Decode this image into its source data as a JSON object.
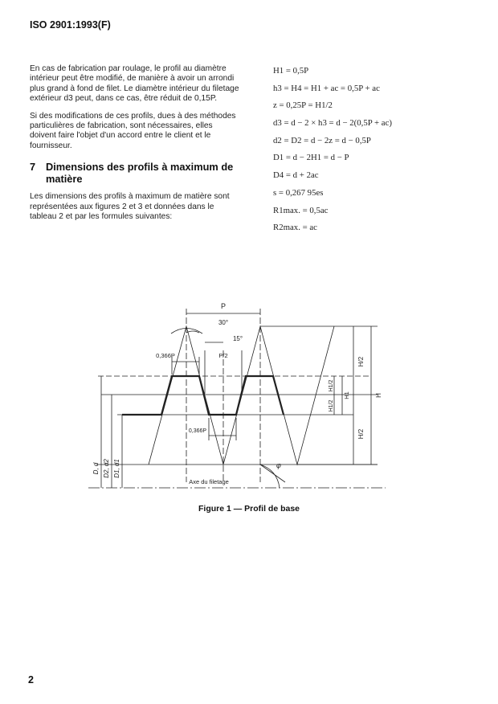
{
  "header": {
    "title": "ISO 2901:1993(F)"
  },
  "left_column": {
    "paragraph1": "En cas de fabrication par roulage, le profil au diamètre intérieur peut être modifié, de manière à avoir un arrondi plus grand à fond de filet. Le diamètre intérieur du filetage extérieur d3 peut, dans ce cas, être réduit de 0,15P.",
    "paragraph2": "Si des modifications de ces profils, dues à des méthodes particulières de fabrication, sont nécessaires, elles doivent faire l'objet d'un accord entre le client et le fournisseur.",
    "section_number": "7",
    "section_title": "Dimensions des profils à maximum de matière",
    "paragraph3": "Les dimensions des profils à maximum de matière sont représentées aux figures 2 et 3 et données dans le tableau 2 et par les formules suivantes:"
  },
  "formulas": [
    "H1 = 0,5P",
    "h3 = H4 = H1 + ac = 0,5P + ac",
    "z = 0,25P = H1/2",
    "d3 = d − 2 × h3 = d − 2(0,5P + ac)",
    "d2 = D2 = d − 2z = d − 0,5P",
    "D1 = d − 2H1 = d − P",
    "D4 = d + 2ac",
    "s = 0,267 95es",
    "R1max. = 0,5ac",
    "R2max. = ac"
  ],
  "figure": {
    "labels": {
      "pitch": "P",
      "angle_30": "30°",
      "angle_15": "15°",
      "d_0366p_top": "0,366P",
      "half_pitch": "P/2",
      "d_0366p_bottom": "0,366P",
      "axis": "Axe du filetage",
      "angle_phi": "φ",
      "h_half_top": "H/2",
      "h_total": "H",
      "h_half_bottom": "H/2",
      "h1": "H1",
      "h1_half_a": "H1/2",
      "h1_half_b": "H1/2",
      "d_D": "D, d",
      "d2_D2": "D2, d2",
      "d1_D1": "D1, d1"
    },
    "caption": "Figure 1 — Profil de base"
  },
  "page_number": "2"
}
